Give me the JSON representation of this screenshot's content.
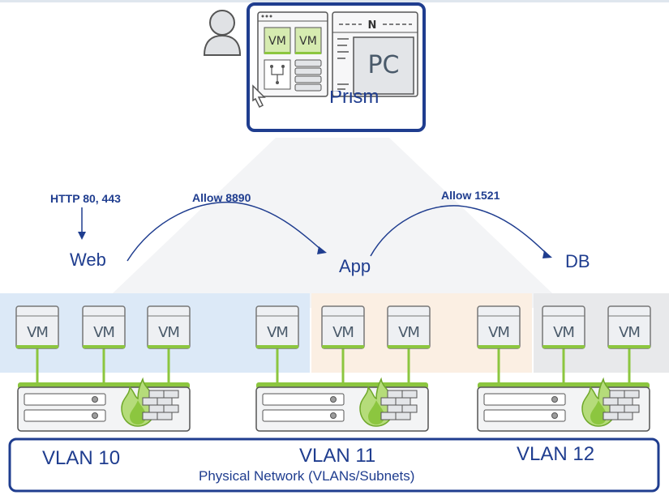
{
  "flow_labels": {
    "http": "HTTP  80, 443",
    "allow_app": "Allow 8890",
    "allow_db": "Allow 1521"
  },
  "tiers": {
    "web": "Web",
    "app": "App",
    "db": "DB"
  },
  "vm_label": "VM",
  "prism": {
    "title": "Prism",
    "pc_label": "PC",
    "logo_letter": "N"
  },
  "vlans": [
    "VLAN 10",
    "VLAN 11",
    "VLAN 12"
  ],
  "network_label": "Physical Network (VLANs/Subnets)",
  "colors": {
    "accent_blue": "#1f3d8f",
    "vm_green": "#8cc63f",
    "vm_fill": "#eef0f3",
    "web_zone": "#dce9f7",
    "app_zone": "#fbefe3",
    "db_zone": "#e8e9eb"
  }
}
